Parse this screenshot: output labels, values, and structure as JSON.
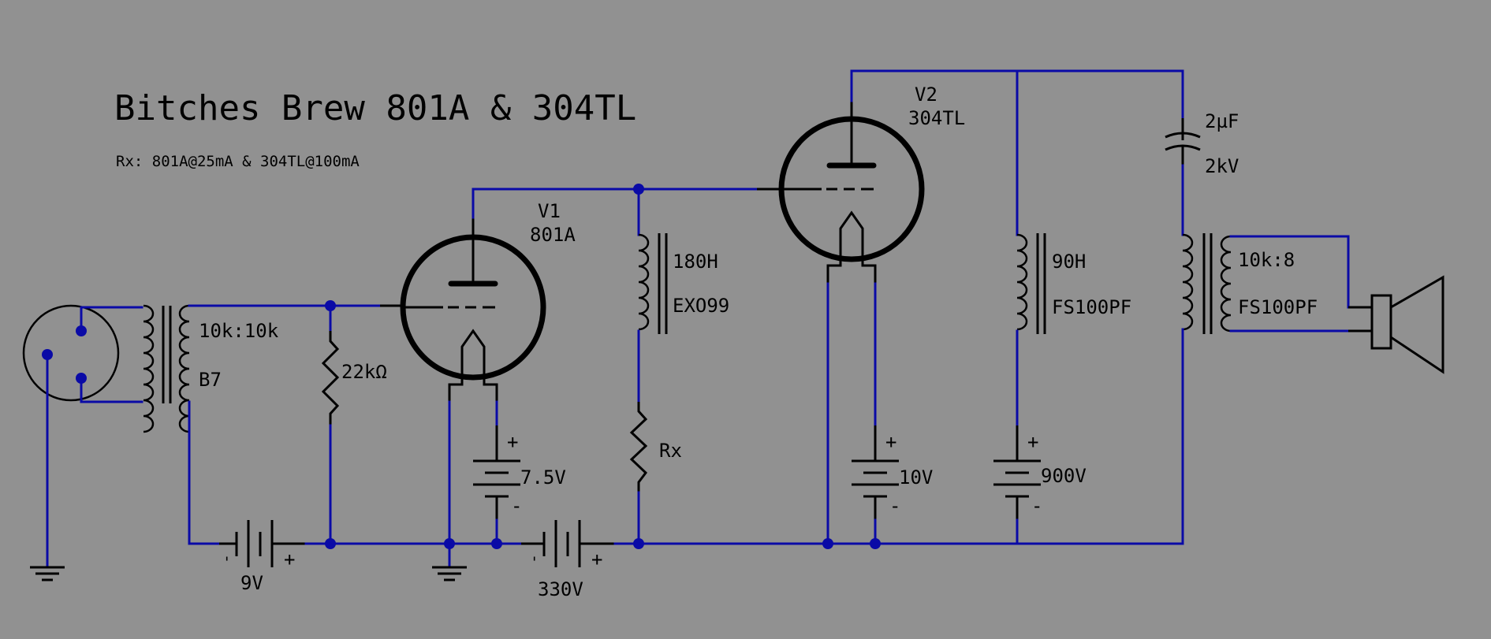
{
  "title": "Bitches Brew 801A & 304TL",
  "subtitle": "Rx: 801A@25mA & 304TL@100mA",
  "colors": {
    "background": "#919191",
    "wire": "#0a0aa6",
    "component": "#000000"
  },
  "components": {
    "input_transformer": {
      "ratio": "10k:10k",
      "model": "B7"
    },
    "grid_resistor": {
      "value": "22kΩ"
    },
    "bias_battery": {
      "value": "9V",
      "plus": "+",
      "minus": "'"
    },
    "v1": {
      "ref": "V1",
      "type": "801A"
    },
    "v1_filament_battery": {
      "value": "7.5V",
      "plus": "+",
      "minus": "-"
    },
    "b_plus_1": {
      "value": "330V",
      "plus": "+",
      "minus": "'"
    },
    "plate_choke": {
      "inductance": "180H",
      "model": "EXO99"
    },
    "rx": {
      "value": "Rx"
    },
    "v2": {
      "ref": "V2",
      "type": "304TL"
    },
    "v2_filament_battery": {
      "value": "10V",
      "plus": "+",
      "minus": "-"
    },
    "output_choke": {
      "inductance": "90H",
      "model": "FS100PF"
    },
    "b_plus_2": {
      "value": "900V",
      "plus": "+",
      "minus": "-"
    },
    "coupling_cap": {
      "capacitance": "2µF",
      "voltage": "2kV"
    },
    "output_transformer": {
      "ratio": "10k:8",
      "model": "FS100PF"
    }
  }
}
